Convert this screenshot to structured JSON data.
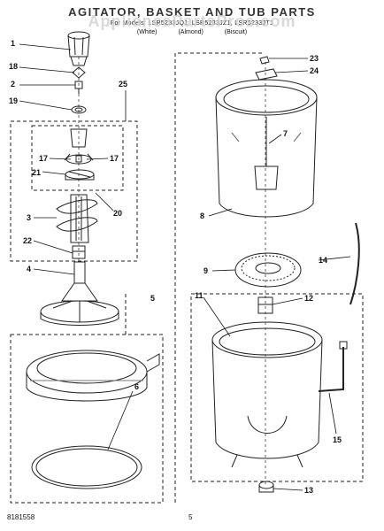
{
  "header": {
    "title": "AGITATOR, BASKET AND TUB PARTS",
    "for_models": "For Models: LSR5233JQ1, LSR5233JZ1, LSR5233JT1",
    "colors": [
      "(White)",
      "(Almond)",
      "(Biscuit)"
    ]
  },
  "watermark": "AppliancePartsPros.com",
  "callouts": [
    "1",
    "18",
    "2",
    "19",
    "25",
    "17",
    "17",
    "21",
    "20",
    "3",
    "22",
    "4",
    "5",
    "6",
    "23",
    "24",
    "7",
    "8",
    "9",
    "14",
    "11",
    "12",
    "15",
    "13"
  ],
  "footer": {
    "code": "8181558",
    "page": "5"
  }
}
